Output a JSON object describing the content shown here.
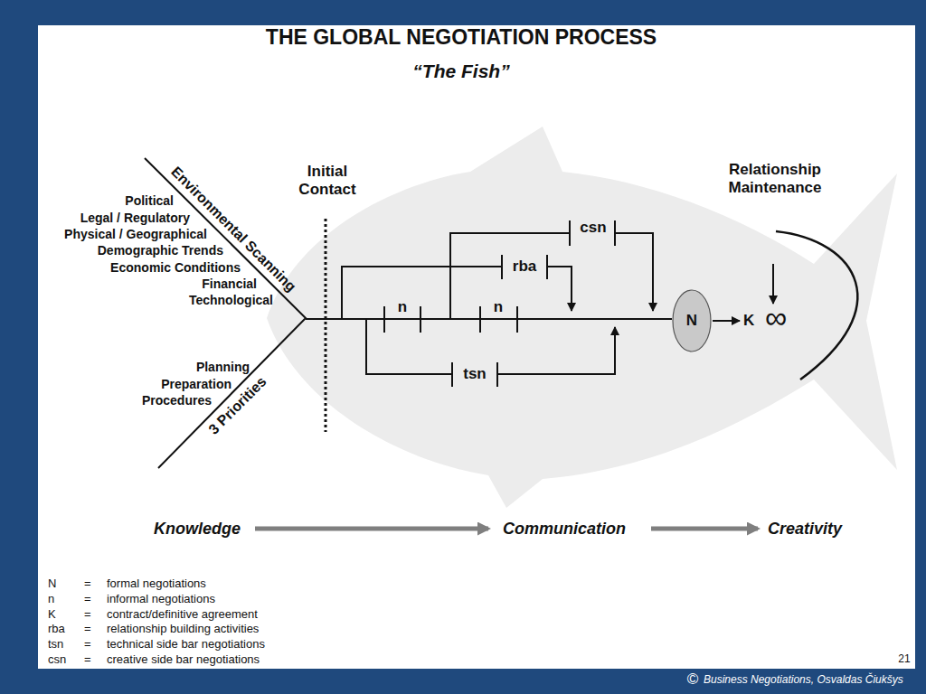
{
  "diagram": {
    "title": "THE GLOBAL NEGOTIATION PROCESS",
    "nodes": [
      {
        "text": [
          "N"
        ]
      }
    ],
    "labels": [
      "“The Fish”",
      "Environmental Scanning",
      "Political",
      "Legal / Regulatory",
      "Physical / Geographical",
      "Demographic Trends",
      "Economic Conditions",
      "Financial",
      "Technological",
      "3 Priorities",
      "Planning",
      "Preparation",
      "Procedures",
      "Initial Contact",
      "csn",
      "rba",
      "n",
      "n",
      "tsn",
      "K",
      "∞",
      "Relationship Maintenance",
      "Knowledge",
      "Communication",
      "Creativity",
      "N",
      "=",
      "formal negotiations",
      "n",
      "=",
      "informal negotiations",
      "K",
      "=",
      "contract/definitive agreement",
      "rba",
      "=",
      "relationship building activities",
      "tsn",
      "=",
      "technical side bar negotiations",
      "csn",
      "=",
      "creative side bar negotiations",
      "21",
      "©",
      "Business Negotiations, Osvaldas Čiukšys"
    ]
  }
}
